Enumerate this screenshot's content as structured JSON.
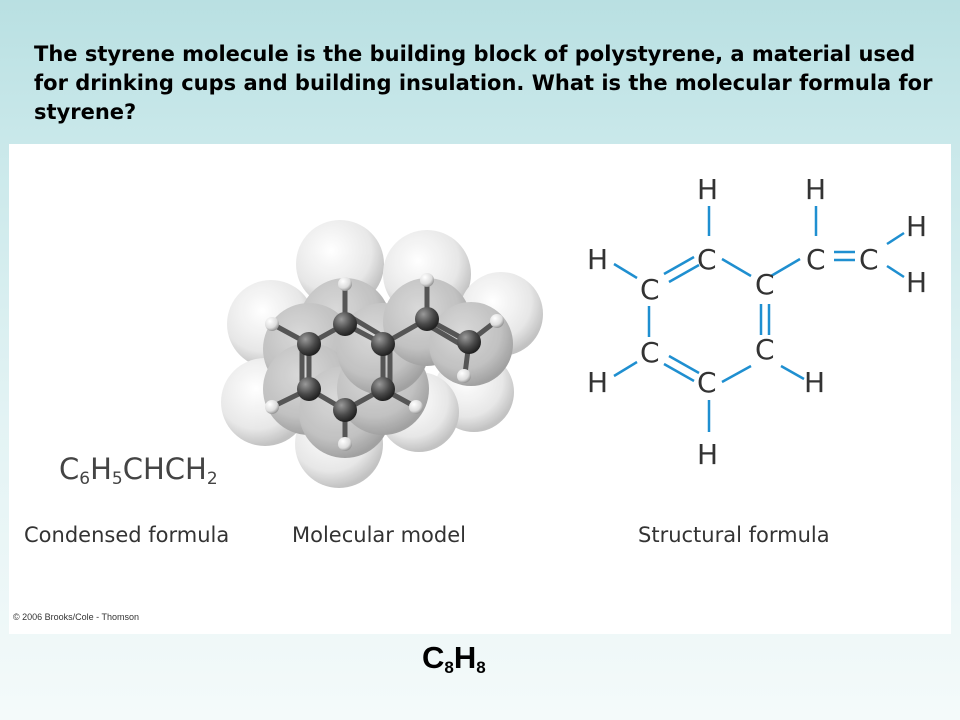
{
  "question": "The styrene molecule is the building block of polystyrene, a material used for drinking cups and building insulation.  What is the molecular formula for styrene?",
  "figure": {
    "condensed_formula": {
      "parts": [
        "C",
        "6",
        "H",
        "5",
        "CHCH",
        "2"
      ]
    },
    "captions": {
      "condensed": "Condensed formula",
      "model": "Molecular model",
      "structural": "Structural formula"
    },
    "copyright": "© 2006 Brooks/Cole - Thomson",
    "structural_atoms": {
      "carbon": "C",
      "hydrogen": "H"
    }
  },
  "answer": {
    "parts": [
      "C",
      "8",
      "H",
      "8"
    ]
  },
  "colors": {
    "background_top": "#b9e0e2",
    "bond_blue": "#1f8fd0",
    "atom_text": "#333333"
  }
}
